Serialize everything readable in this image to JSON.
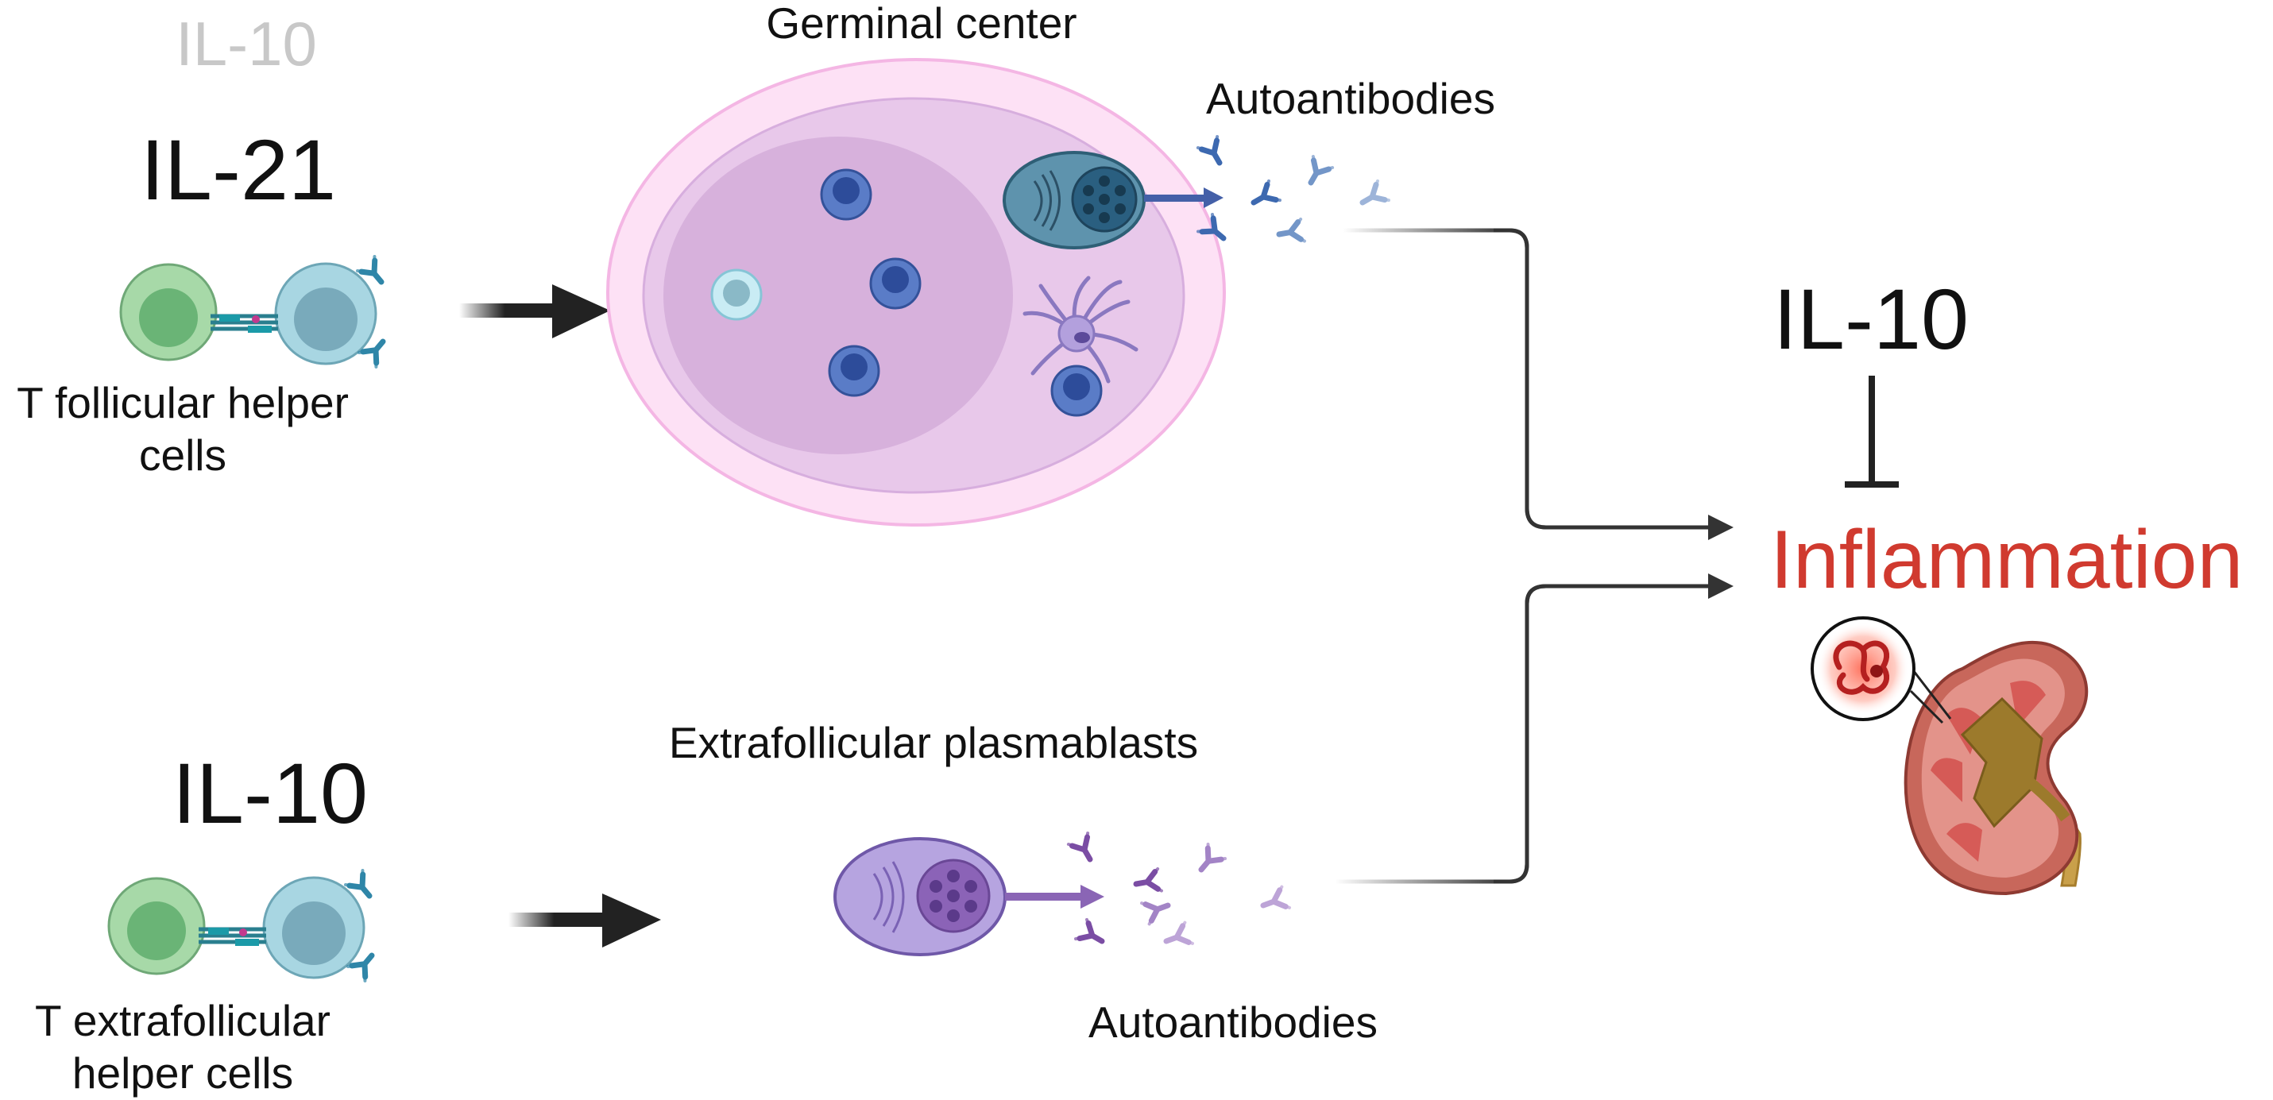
{
  "labels": {
    "il10_faded": "IL-10",
    "il21": "IL-21",
    "tfh_line1": "T follicular helper",
    "tfh_line2": "cells",
    "il10_lower": "IL-10",
    "tefh_line1": "T extrafollicular",
    "tefh_line2": "helper cells",
    "germinal_center": "Germinal center",
    "autoantibodies_top": "Autoantibodies",
    "extrafollicular_plasmablasts": "Extrafollicular plasmablasts",
    "autoantibodies_bottom": "Autoantibodies",
    "il10_right": "IL-10",
    "inflammation": "Inflammation"
  },
  "colors": {
    "text": "#111111",
    "faded_text": "#c8c8c8",
    "inflammation": "#d03a2f",
    "t_cell": "#8fcf95",
    "b_cell": "#9dd3de",
    "germinal_outer": "#f6c6ec",
    "germinal_inner": "#dcb3df",
    "b_cell_blue": "#3f66b0",
    "plasma_teal": "#4f86a3",
    "plasmablast_purple": "#9b7fc8",
    "kidney": "#c9665a"
  },
  "icons": [
    "t-cell-icon",
    "b-cell-icon",
    "plasma-cell-icon",
    "antibody-icon",
    "dendritic-cell-icon",
    "kidney-icon",
    "glomerulus-icon"
  ]
}
